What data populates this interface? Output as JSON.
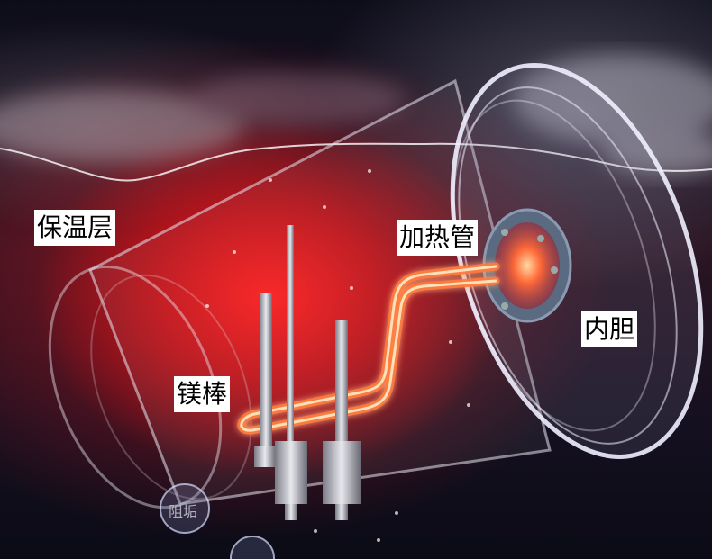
{
  "image": {
    "subject": "electric water heater cutaway illustration",
    "colors": {
      "background_dark": "#0c0c18",
      "heat_red": "#e0141c",
      "element_glow": "#ff7a3a",
      "label_bg": "#ffffff",
      "label_text": "#000000"
    }
  },
  "labels": {
    "insulation": "保温层",
    "heating_tube": "加热管",
    "inner_tank": "内胆",
    "magnesium_rod": "镁棒"
  },
  "bubble": {
    "scale_prevention": "阻垢"
  }
}
